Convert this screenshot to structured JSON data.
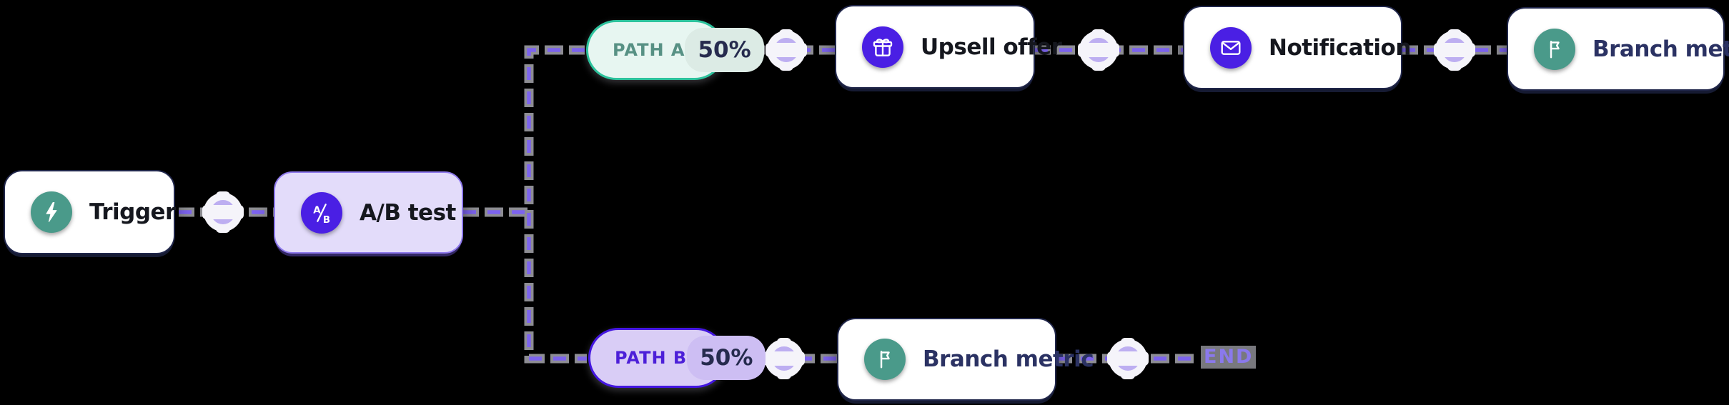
{
  "canvas": {
    "background": "#000000"
  },
  "colors": {
    "wire_purple": "#7c63ee",
    "wire_shadow_gray": "#8d8d93",
    "port_lavender": "#bdaef1",
    "node_border_navy": "#20264a",
    "ab_node_bg": "#e3dcfa",
    "ab_node_border": "#8e79ec",
    "icon_teal": "#4a9a8a",
    "icon_indigo": "#4a1fe4",
    "path_a_bg": "#e7f6f1",
    "path_a_border": "#2cc29c",
    "path_a_text": "#579184",
    "path_b_bg": "#d9cdf6",
    "path_b_border": "#4416e0",
    "path_b_text": "#4c1fd8",
    "percent_text": "#262b4e",
    "branch_metric_text": "#2b3263",
    "end_text": "#8a79ec"
  },
  "nodes": {
    "trigger": {
      "label": "Trigger",
      "icon": "lightning-bolt-icon"
    },
    "ab_test": {
      "label": "A/B test",
      "icon": "ab-split-icon"
    },
    "upsell": {
      "label": "Upsell offer",
      "icon": "gift-icon"
    },
    "notification": {
      "label": "Notification",
      "icon": "envelope-icon"
    },
    "branch_metric_a": {
      "label": "Branch metric",
      "icon": "flag-icon"
    },
    "branch_metric_b": {
      "label": "Branch metric",
      "icon": "flag-icon"
    }
  },
  "badges": {
    "path_a": {
      "label": "PATH A",
      "value": "50%"
    },
    "path_b": {
      "label": "PATH B",
      "value": "50%"
    }
  },
  "ab_icon_text": {
    "a": "A",
    "b": "B"
  },
  "end_label": "END"
}
